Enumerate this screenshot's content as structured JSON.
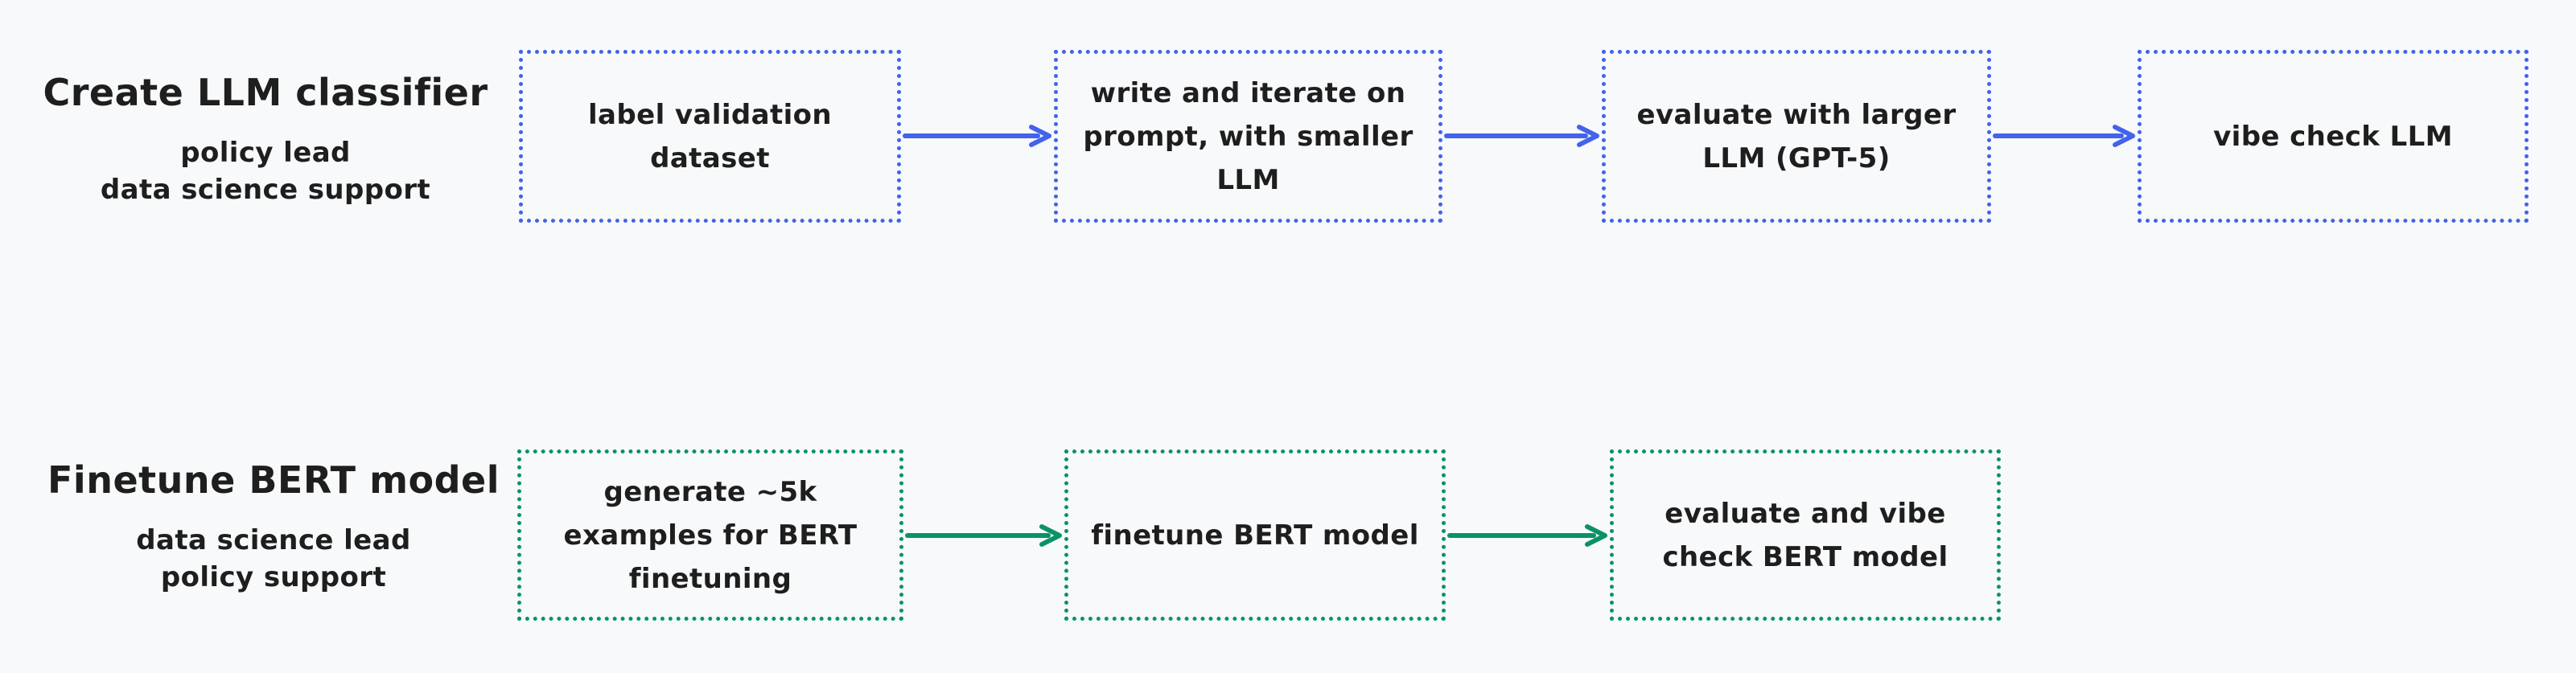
{
  "canvas": {
    "background_color": "#f8f9fa",
    "text_color": "#1e1e1e"
  },
  "workflows": [
    {
      "title": "Create LLM classifier",
      "subtitle_lines": [
        "policy lead",
        "data science support"
      ],
      "accent_color": "#4263eb",
      "steps": [
        {
          "label": "label validation dataset"
        },
        {
          "label": "write and iterate on prompt, with smaller LLM"
        },
        {
          "label": "evaluate with larger LLM (GPT-5)"
        },
        {
          "label": "vibe check LLM"
        }
      ]
    },
    {
      "title": "Finetune BERT model",
      "subtitle_lines": [
        "data science lead",
        "policy support"
      ],
      "accent_color": "#099268",
      "steps": [
        {
          "label": "generate ~5k examples for BERT finetuning"
        },
        {
          "label": "finetune BERT model"
        },
        {
          "label": "evaluate and vibe check BERT model"
        }
      ]
    }
  ]
}
